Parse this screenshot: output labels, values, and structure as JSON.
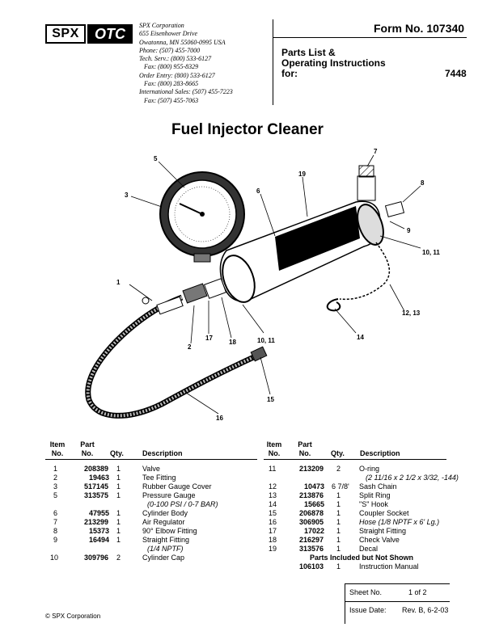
{
  "header": {
    "logo_spx": "SPX",
    "logo_otc": "OTC",
    "contact_lines": [
      "SPX Corporation",
      "655 Eisenhower Drive",
      "Owatonna, MN  55060-0995  USA",
      "Phone: (507) 455-7000",
      "Tech. Serv.: (800) 533-6127",
      "Fax: (800) 955-8329",
      "Order Entry: (800) 533-6127",
      "Fax: (800) 283-8665",
      "International Sales: (507) 455-7223",
      "Fax: (507) 455-7063"
    ],
    "form_no": "Form No. 107340",
    "title_line1": "Parts List &",
    "title_line2": "Operating Instructions",
    "title_line3": "for:",
    "model": "7448"
  },
  "document_title": "Fuel Injector Cleaner",
  "callouts": [
    "1",
    "2",
    "3",
    "5",
    "6",
    "7",
    "8",
    "9",
    "10, 11",
    "10, 11",
    "12, 13",
    "14",
    "15",
    "16",
    "17",
    "18",
    "19"
  ],
  "table": {
    "headers": {
      "item": [
        "Item",
        "No."
      ],
      "part": [
        "Part",
        "No."
      ],
      "qty": "Qty.",
      "desc": "Description"
    },
    "left_rows": [
      {
        "item": "1",
        "part": "208389",
        "qty": "1",
        "desc": "Valve",
        "note": ""
      },
      {
        "item": "2",
        "part": "19463",
        "qty": "1",
        "desc": "Tee Fitting",
        "note": ""
      },
      {
        "item": "3",
        "part": "517145",
        "qty": "1",
        "desc": "Rubber Gauge Cover",
        "note": ""
      },
      {
        "item": "5",
        "part": "313575",
        "qty": "1",
        "desc": "Pressure Gauge",
        "note": "(0-100 PSI / 0-7 BAR)"
      },
      {
        "item": "6",
        "part": "47955",
        "qty": "1",
        "desc": "Cylinder Body",
        "note": ""
      },
      {
        "item": "7",
        "part": "213299",
        "qty": "1",
        "desc": "Air Regulator",
        "note": ""
      },
      {
        "item": "8",
        "part": "15373",
        "qty": "1",
        "desc": "90° Elbow Fitting",
        "note": ""
      },
      {
        "item": "9",
        "part": "16494",
        "qty": "1",
        "desc": "Straight Fitting",
        "note": "(1/4 NPTF)"
      },
      {
        "item": "10",
        "part": "309796",
        "qty": "2",
        "desc": "Cylinder Cap",
        "note": ""
      }
    ],
    "right_rows": [
      {
        "item": "11",
        "part": "213209",
        "qty": "2",
        "desc": "O-ring",
        "note": "(2 11/16 x 2 1/2 x 3/32, -144)"
      },
      {
        "item": "12",
        "part": "10473",
        "qty": "6 7/8'",
        "desc": "Sash Chain",
        "note": ""
      },
      {
        "item": "13",
        "part": "213876",
        "qty": "1",
        "desc": "Split Ring",
        "note": ""
      },
      {
        "item": "14",
        "part": "15665",
        "qty": "1",
        "desc": "\"S\" Hook",
        "note": ""
      },
      {
        "item": "15",
        "part": "206878",
        "qty": "1",
        "desc": "Coupler Socket",
        "note": ""
      },
      {
        "item": "16",
        "part": "306905",
        "qty": "1",
        "desc": "Hose (1/8 NPTF x 6' Lg.)",
        "note": ""
      },
      {
        "item": "17",
        "part": "17022",
        "qty": "1",
        "desc": "Straight Fitting",
        "note": ""
      },
      {
        "item": "18",
        "part": "216297",
        "qty": "1",
        "desc": "Check Valve",
        "note": ""
      },
      {
        "item": "19",
        "part": "313576",
        "qty": "1",
        "desc": "Decal",
        "note": ""
      }
    ],
    "included_heading": "Parts Included but Not Shown",
    "included_row": {
      "item": "",
      "part": "106103",
      "qty": "1",
      "desc": "Instruction Manual"
    }
  },
  "sheet": {
    "label": "Sheet No.",
    "value": "1 of 2"
  },
  "issue": {
    "label": "Issue Date:",
    "value": "Rev. B, 6-2-03"
  },
  "copyright": "© SPX Corporation"
}
